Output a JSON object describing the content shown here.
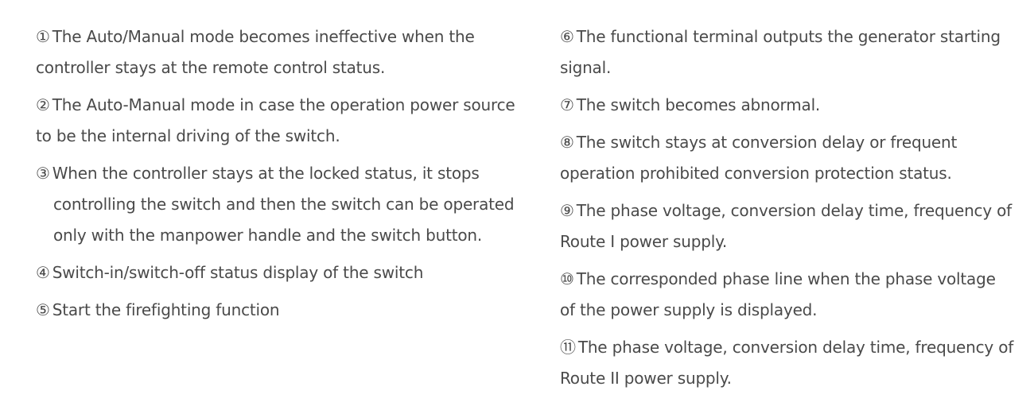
{
  "left_items": [
    {
      "marker": "①",
      "text": "The Auto/Manual mode becomes ineffective when the controller stays at the remote control status."
    },
    {
      "marker": "②",
      "text": "The Auto-Manual mode in case the operation power source to be the internal driving of the switch."
    },
    {
      "marker": "③",
      "text": "When the controller stays at the locked status, it stops controlling the switch and then the switch can be operated only with the manpower handle and the switch button."
    },
    {
      "marker": "④",
      "text": "Switch-in/switch-off status display of the switch"
    },
    {
      "marker": "⑤",
      "text": "Start the firefighting function"
    }
  ],
  "right_items": [
    {
      "marker": "⑥",
      "text": "The functional terminal outputs the generator starting signal."
    },
    {
      "marker": "⑦",
      "text": "The switch becomes abnormal."
    },
    {
      "marker": "⑧",
      "text": "The switch stays at conversion delay or frequent operation prohibited conversion protection status."
    },
    {
      "marker": "⑨",
      "text": "The phase voltage, conversion delay time, frequency of Route I power supply."
    },
    {
      "marker": "⑩",
      "text": "The corresponded phase line when the phase voltage of the power supply is displayed."
    },
    {
      "marker": "⑪",
      "text": "The phase voltage, conversion delay time, frequency of Route II power supply."
    }
  ]
}
